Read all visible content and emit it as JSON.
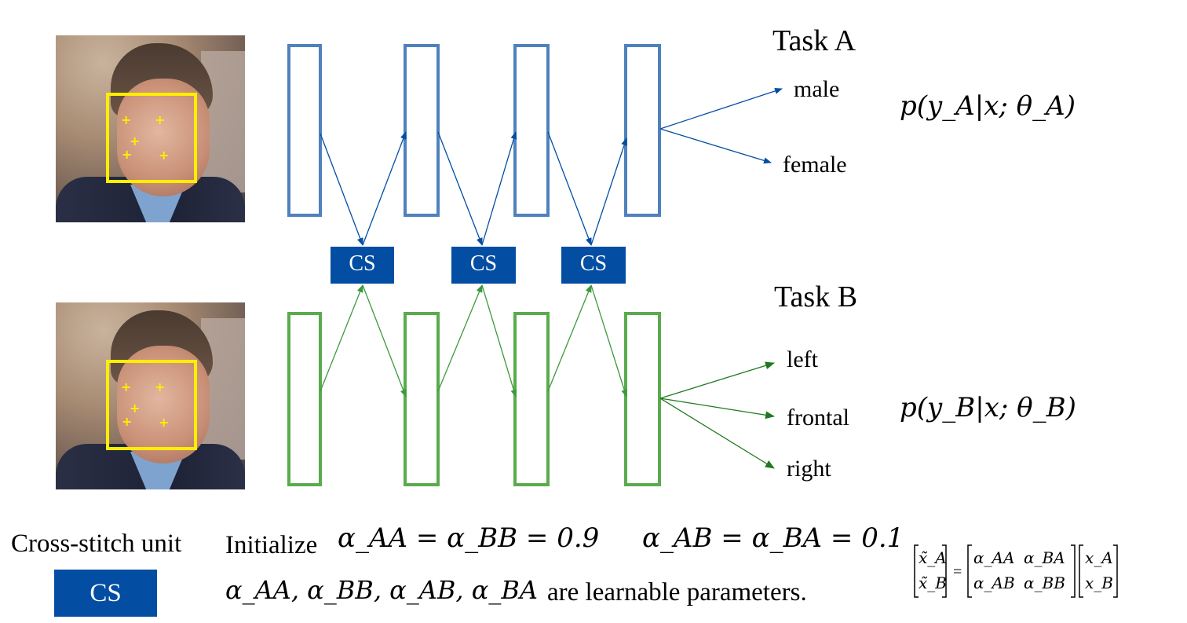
{
  "task_a": {
    "title": "Task A",
    "outputs": [
      "male",
      "female"
    ],
    "formula": "p(y_A|x; θ_A)"
  },
  "task_b": {
    "title": "Task B",
    "outputs": [
      "left",
      "frontal",
      "right"
    ],
    "formula": "p(y_B|x; θ_B)"
  },
  "cs_units": [
    "CS",
    "CS",
    "CS"
  ],
  "legend": {
    "label": "Cross-stitch unit",
    "box_text": "CS"
  },
  "init": {
    "prefix": "Initialize",
    "eq1": "α_AA = α_BB = 0.9",
    "eq2": "α_AB = α_BA = 0.1"
  },
  "params": {
    "symbols": "α_AA, α_BB, α_AB, α_BA",
    "text": "are learnable parameters."
  },
  "matrix_eq": {
    "lhs": [
      "x̃_A",
      "x̃_B"
    ],
    "weights": [
      [
        "α_AA",
        "α_BA"
      ],
      [
        "α_AB",
        "α_BB"
      ]
    ],
    "rhs": [
      "x_A",
      "x_B"
    ]
  },
  "colors": {
    "task_a": "#4f81bd",
    "task_b": "#5aab4d",
    "cs_fill": "#034ea2",
    "arrow_a": "#034ea2",
    "arrow_b": "#2e8b2e",
    "bbox": "#ffee00"
  }
}
